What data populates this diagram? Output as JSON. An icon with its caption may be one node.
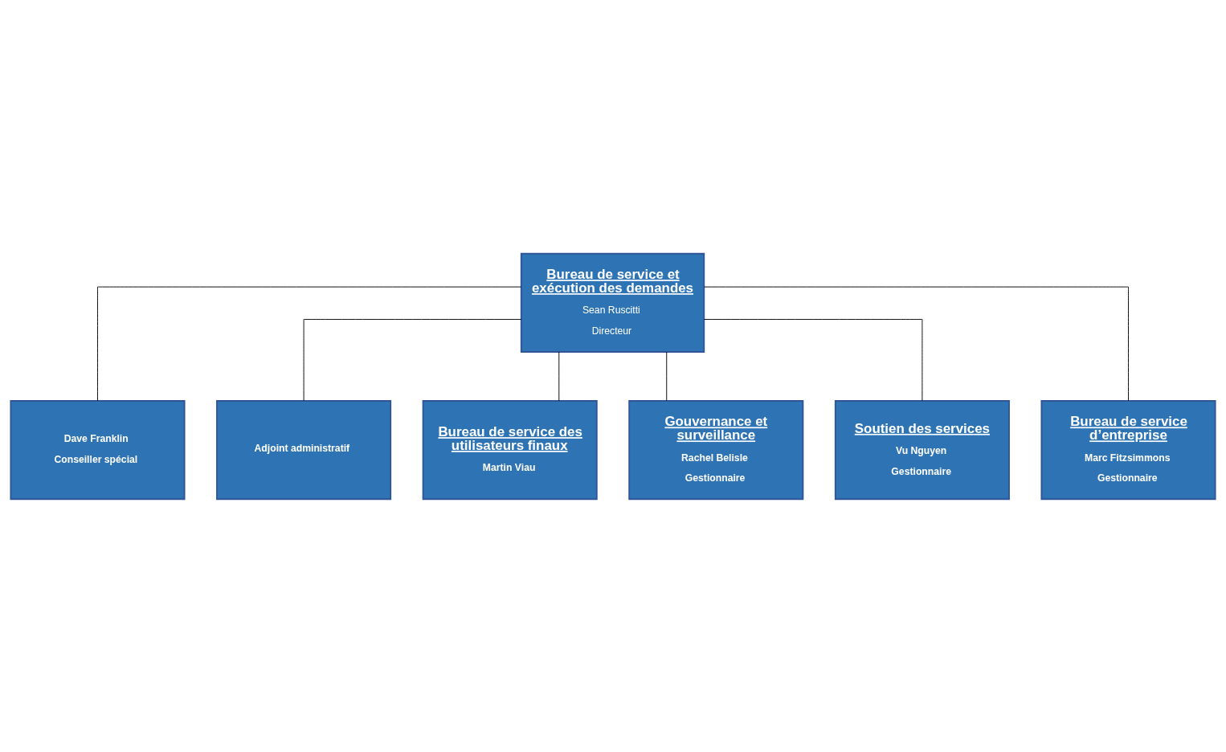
{
  "diagram": {
    "nodes": [
      {
        "text": [
          "Bureau de service et exécution des demandes",
          "Sean Ruscitti",
          "Directeur"
        ]
      },
      {
        "text": [
          "Dave Franklin",
          "Conseiller spécial"
        ]
      },
      {
        "text": [
          "Adjoint administratif"
        ]
      },
      {
        "text": [
          "Bureau de service des utilisateurs finaux",
          "Martin Viau"
        ]
      },
      {
        "text": [
          "Gouvernance et surveillance",
          "Rachel Belisle",
          "Gestionnaire"
        ]
      },
      {
        "text": [
          "Soutien des services",
          "Vu Nguyen",
          "Gestionnaire"
        ]
      },
      {
        "text": [
          "Bureau de service d’entreprise",
          "Marc Fitzsimmons",
          "Gestionnaire"
        ]
      }
    ],
    "edges": [
      {
        "from": 0,
        "to": 1,
        "arrow": "none"
      },
      {
        "from": 0,
        "to": 2,
        "arrow": "none"
      },
      {
        "from": 0,
        "to": 3,
        "arrow": "none"
      },
      {
        "from": 0,
        "to": 4,
        "arrow": "none"
      },
      {
        "from": 0,
        "to": 5,
        "arrow": "none"
      },
      {
        "from": 0,
        "to": 6,
        "arrow": "none"
      }
    ]
  }
}
